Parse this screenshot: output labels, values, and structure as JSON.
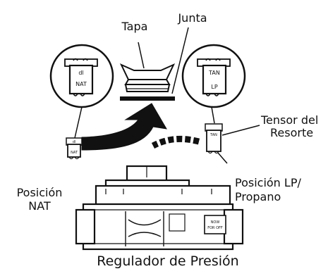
{
  "labels": {
    "tapa": "Tapa",
    "junta": "Junta",
    "tensor_line1": "Tensor del",
    "tensor_line2": "Resorte",
    "posicion_nat_line1": "Posición",
    "posicion_nat_line2": "NAT",
    "posicion_lp_line1": "Posición LP/",
    "posicion_lp_line2": "Propano",
    "regulador": "Regulador de Presión"
  },
  "insert_text": {
    "nat_top": "dl",
    "nat_bottom": "NAT",
    "lp_top": "TAN",
    "lp_bottom": "LP",
    "regulator_plate_line1": "NOW",
    "regulator_plate_line2": "FOR OFF"
  },
  "colors": {
    "ink": "#111111",
    "background": "#ffffff",
    "arrow_fill": "#111111"
  }
}
